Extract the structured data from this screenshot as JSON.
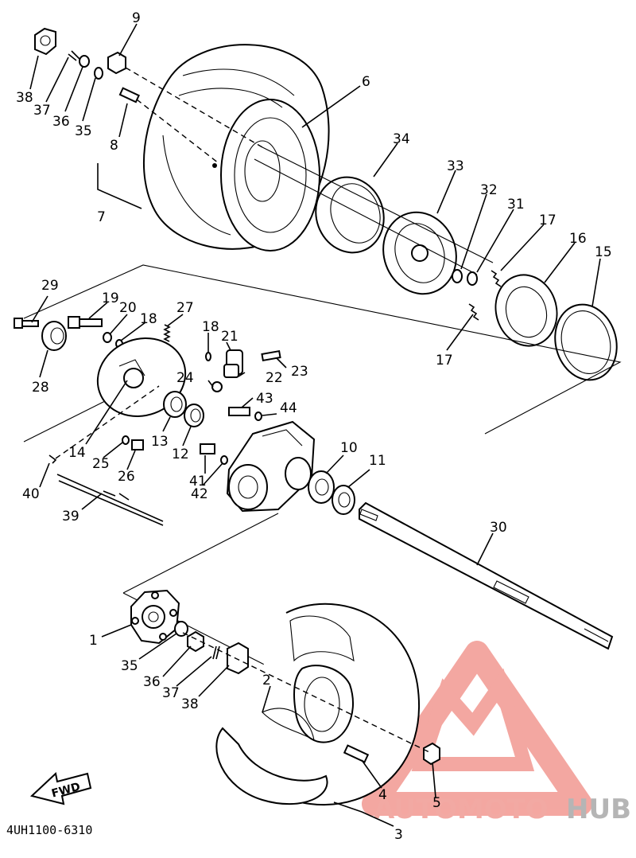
{
  "diagram_code": "4UH1100-6310",
  "fwd_label": "FWD",
  "watermark": {
    "part1": "AUTOMOTO",
    "part2": "HUB",
    "color1": "#f2a9a3",
    "color2": "#b5b5b5",
    "logo_color": "#f08a82"
  },
  "callouts": [
    "9",
    "38",
    "37",
    "36",
    "35",
    "8",
    "7",
    "6",
    "34",
    "33",
    "32",
    "31",
    "17",
    "16",
    "15",
    "29",
    "19",
    "20",
    "18",
    "27",
    "18",
    "21",
    "24",
    "22",
    "23",
    "28",
    "14",
    "13",
    "12",
    "43",
    "44",
    "25",
    "26",
    "41",
    "42",
    "10",
    "11",
    "40",
    "39",
    "30",
    "1",
    "35",
    "36",
    "37",
    "38",
    "2",
    "4",
    "5",
    "3",
    "17"
  ]
}
